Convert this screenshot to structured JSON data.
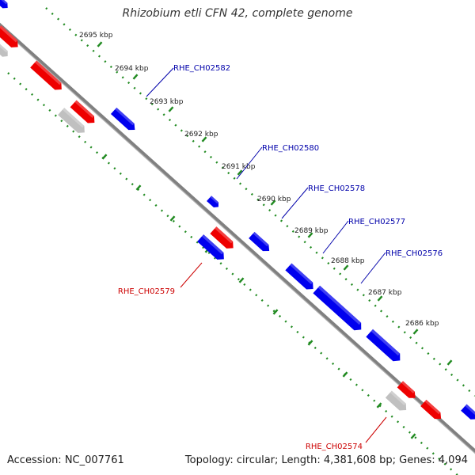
{
  "title": "Rhizobium etli CFN 42, complete genome",
  "accession_text": "Accession: NC_007761",
  "summary_text": "Topology: circular; Length: 4,381,608 bp; Genes: 4,094",
  "colors": {
    "backbone": "#808080",
    "ticks": "#228b22",
    "forward_gene": "#0000ee",
    "reverse_gene": "#ee0000",
    "other_feature": "#c0c0c0",
    "label_forward": "#0000aa",
    "label_reverse": "#cc0000"
  },
  "scale_labels": [
    "2695 kbp",
    "2694 kbp",
    "2693 kbp",
    "2692 kbp",
    "2691 kbp",
    "2690 kbp",
    "2689 kbp",
    "2688 kbp",
    "2687 kbp",
    "2686 kbp"
  ],
  "gene_labels": [
    {
      "text": "RHE_CH02582",
      "strand": "forward"
    },
    {
      "text": "RHE_CH02580",
      "strand": "forward"
    },
    {
      "text": "RHE_CH02578",
      "strand": "forward"
    },
    {
      "text": "RHE_CH02577",
      "strand": "forward"
    },
    {
      "text": "RHE_CH02576",
      "strand": "forward"
    },
    {
      "text": "RHE_CH02579",
      "strand": "reverse"
    },
    {
      "text": "RHE_CH02574",
      "strand": "reverse"
    }
  ],
  "features": [
    {
      "strand": "forward"
    },
    {
      "strand": "forward"
    },
    {
      "strand": "forward"
    },
    {
      "strand": "forward"
    },
    {
      "strand": "forward"
    },
    {
      "strand": "forward"
    },
    {
      "strand": "forward"
    },
    {
      "strand": "forward"
    },
    {
      "strand": "forward"
    },
    {
      "strand": "forward"
    },
    {
      "strand": "reverse"
    },
    {
      "strand": "reverse"
    },
    {
      "strand": "reverse"
    },
    {
      "strand": "reverse"
    },
    {
      "strand": "reverse"
    },
    {
      "strand": "reverse"
    },
    {
      "strand": "other"
    },
    {
      "strand": "other"
    },
    {
      "strand": "other"
    }
  ]
}
